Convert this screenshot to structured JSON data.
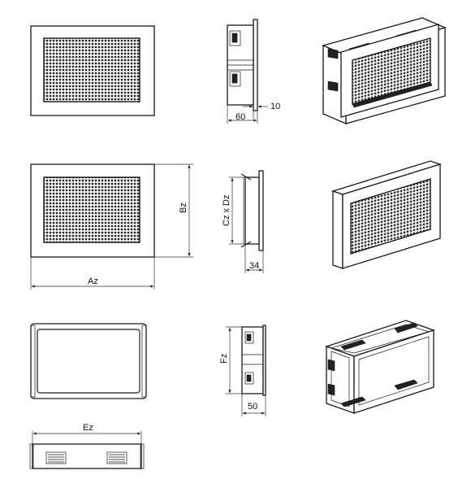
{
  "dimensions": {
    "depth_60": "60",
    "frame_10": "10",
    "height_bz": "Bz",
    "width_az": "Az",
    "cut_cz_dz": "Cz x Dz",
    "depth_34": "34",
    "height_fz": "Fz",
    "depth_50": "50",
    "width_ez": "Ez"
  },
  "colors": {
    "line": "#1a1a1a",
    "mesh": "#2a2a2a",
    "background": "#ffffff"
  }
}
